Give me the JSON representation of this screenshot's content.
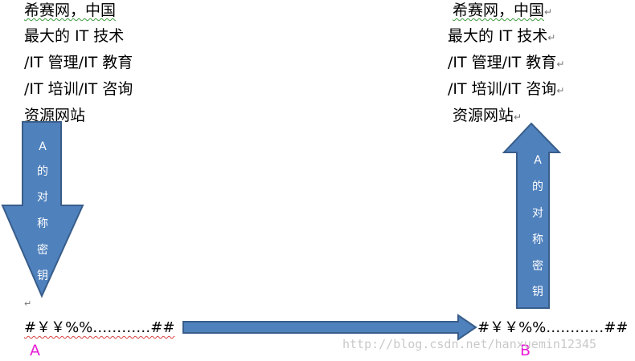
{
  "left_block": {
    "lines": [
      "希赛网，中国",
      "最大的 IT 技术",
      "/IT 管理/IT 教育",
      "/IT 培训/IT 咨询",
      "资源网站"
    ]
  },
  "right_block": {
    "lines": [
      "希赛网，中国",
      "最大的 IT 技术",
      "/IT 管理/IT 教育",
      "/IT 培训/IT 咨询",
      "资源网站"
    ]
  },
  "down_arrow": {
    "chars": [
      "A",
      "的",
      "对",
      "称",
      "密",
      "钥"
    ]
  },
  "up_arrow": {
    "chars": [
      "A",
      "的",
      "对",
      "称",
      "密",
      "钥"
    ]
  },
  "cipher_left": {
    "text": "#￥￥%%…………##"
  },
  "cipher_right": {
    "text": "#￥￥%%…………##"
  },
  "label_a": "A",
  "label_b": "B",
  "paragraph_mark": "↵",
  "watermark": "http://blog.csdn.net/hanxuemin12345",
  "colors": {
    "arrow_fill": "#4f81bd",
    "arrow_stroke": "#385d8a",
    "label": "#e81ad8"
  }
}
